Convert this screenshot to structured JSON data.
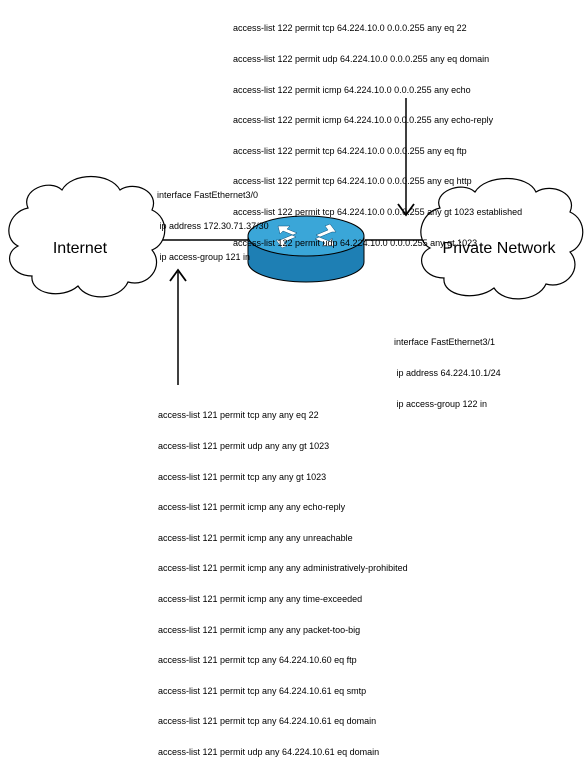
{
  "top_acl": [
    "access-list 122 permit tcp 64.224.10.0 0.0.0.255 any eq 22",
    "access-list 122 permit udp 64.224.10.0 0.0.0.255 any eq domain",
    "access-list 122 permit icmp 64.224.10.0 0.0.0.255 any echo",
    "access-list 122 permit icmp 64.224.10.0 0.0.0.255 any echo-reply",
    "access-list 122 permit tcp 64.224.10.0 0.0.0.255 any eq ftp",
    "access-list 122 permit tcp 64.224.10.0 0.0.0.255 any eq http",
    "access-list 122 permit tcp 64.224.10.0 0.0.0.255 any gt 1023 established",
    "access-list 122 permit udp 64.224.10.0 0.0.0.255 any gt 1023"
  ],
  "interface_outside": [
    "interface FastEthernet3/0",
    " ip address 172.30.71.37/30",
    " ip access-group 121 in"
  ],
  "interface_inside": [
    "interface FastEthernet3/1",
    " ip address 64.224.10.1/24",
    " ip access-group 122 in"
  ],
  "bottom_acl": [
    "access-list 121 permit tcp any any eq 22",
    "access-list 121 permit udp any any gt 1023",
    "access-list 121 permit tcp any any gt 1023",
    "access-list 121 permit icmp any any echo-reply",
    "access-list 121 permit icmp any any unreachable",
    "access-list 121 permit icmp any any administratively-prohibited",
    "access-list 121 permit icmp any any time-exceeded",
    "access-list 121 permit icmp any any packet-too-big",
    "access-list 121 permit tcp any 64.224.10.60 eq ftp",
    "access-list 121 permit tcp any 64.224.10.61 eq smtp",
    "access-list 121 permit tcp any 64.224.10.61 eq domain",
    "access-list 121 permit udp any 64.224.10.61 eq domain"
  ],
  "clouds": {
    "internet_label": "Internet",
    "private_label": "Private Network"
  },
  "icons": {
    "router": "router-icon",
    "internet": "cloud-icon",
    "private": "cloud-icon"
  },
  "colors": {
    "router_top": "#3aa6d8",
    "router_side": "#1e7fb4",
    "arrow": "#000000",
    "line": "#000000"
  }
}
